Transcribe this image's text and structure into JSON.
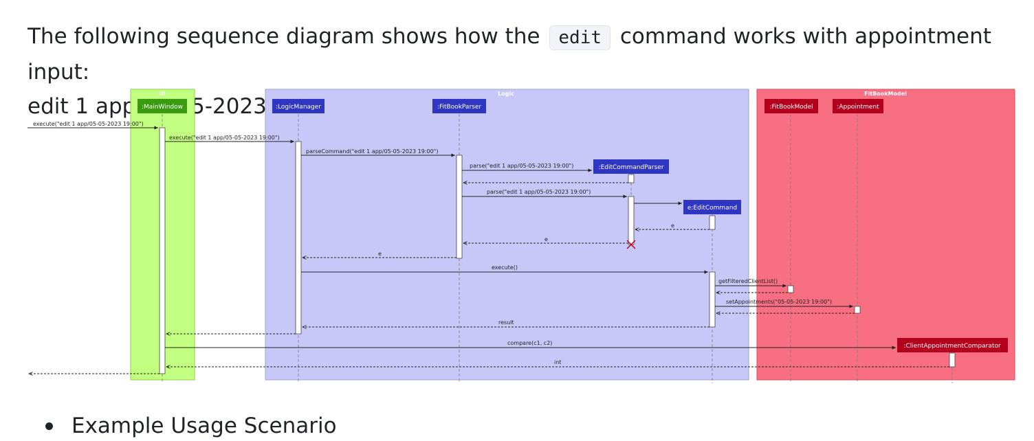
{
  "intro": {
    "before": "The following sequence diagram shows how the",
    "code": "edit",
    "after": "command works with appointment input:",
    "line2": "edit 1 app/05-05-2023 19:00"
  },
  "diagram": {
    "groups": {
      "ui": "UI",
      "logic": "Logic",
      "model": "FitBookModel"
    },
    "participants": {
      "main_window": ":MainWindow",
      "logic_manager": ":LogicManager",
      "fitbook_parser": ":FitBookParser",
      "edit_command_parser": ":EditCommandParser",
      "edit_command": "e:EditCommand",
      "fitbook_model": ":FitBookModel",
      "appointment": ":Appointment",
      "comparator": ":ClientAppointmentComparator"
    },
    "messages": {
      "m1": "execute(\"edit 1 app/05-05-2023 19:00\")",
      "m2": "execute(\"edit 1 app/05-05-2023 19:00\")",
      "m3": "parseCommand(\"edit 1 app/05-05-2023 19:00\")",
      "m4": "parse(\"edit 1 app/05-05-2023 19:00\")",
      "m5": "parse(\"edit 1 app/05-05-2023 19:00\")",
      "r_e1": "e",
      "r_e2": "e",
      "r_e3": "e",
      "m6": "execute()",
      "m7": "getFilteredClientList()",
      "m8": "setAppointments(\"05-05-2023 19:00\")",
      "r_result": "result",
      "m9": "compare(c1, c2)",
      "r_int": "int"
    }
  },
  "bullets": [
    "Example Usage Scenario"
  ]
}
